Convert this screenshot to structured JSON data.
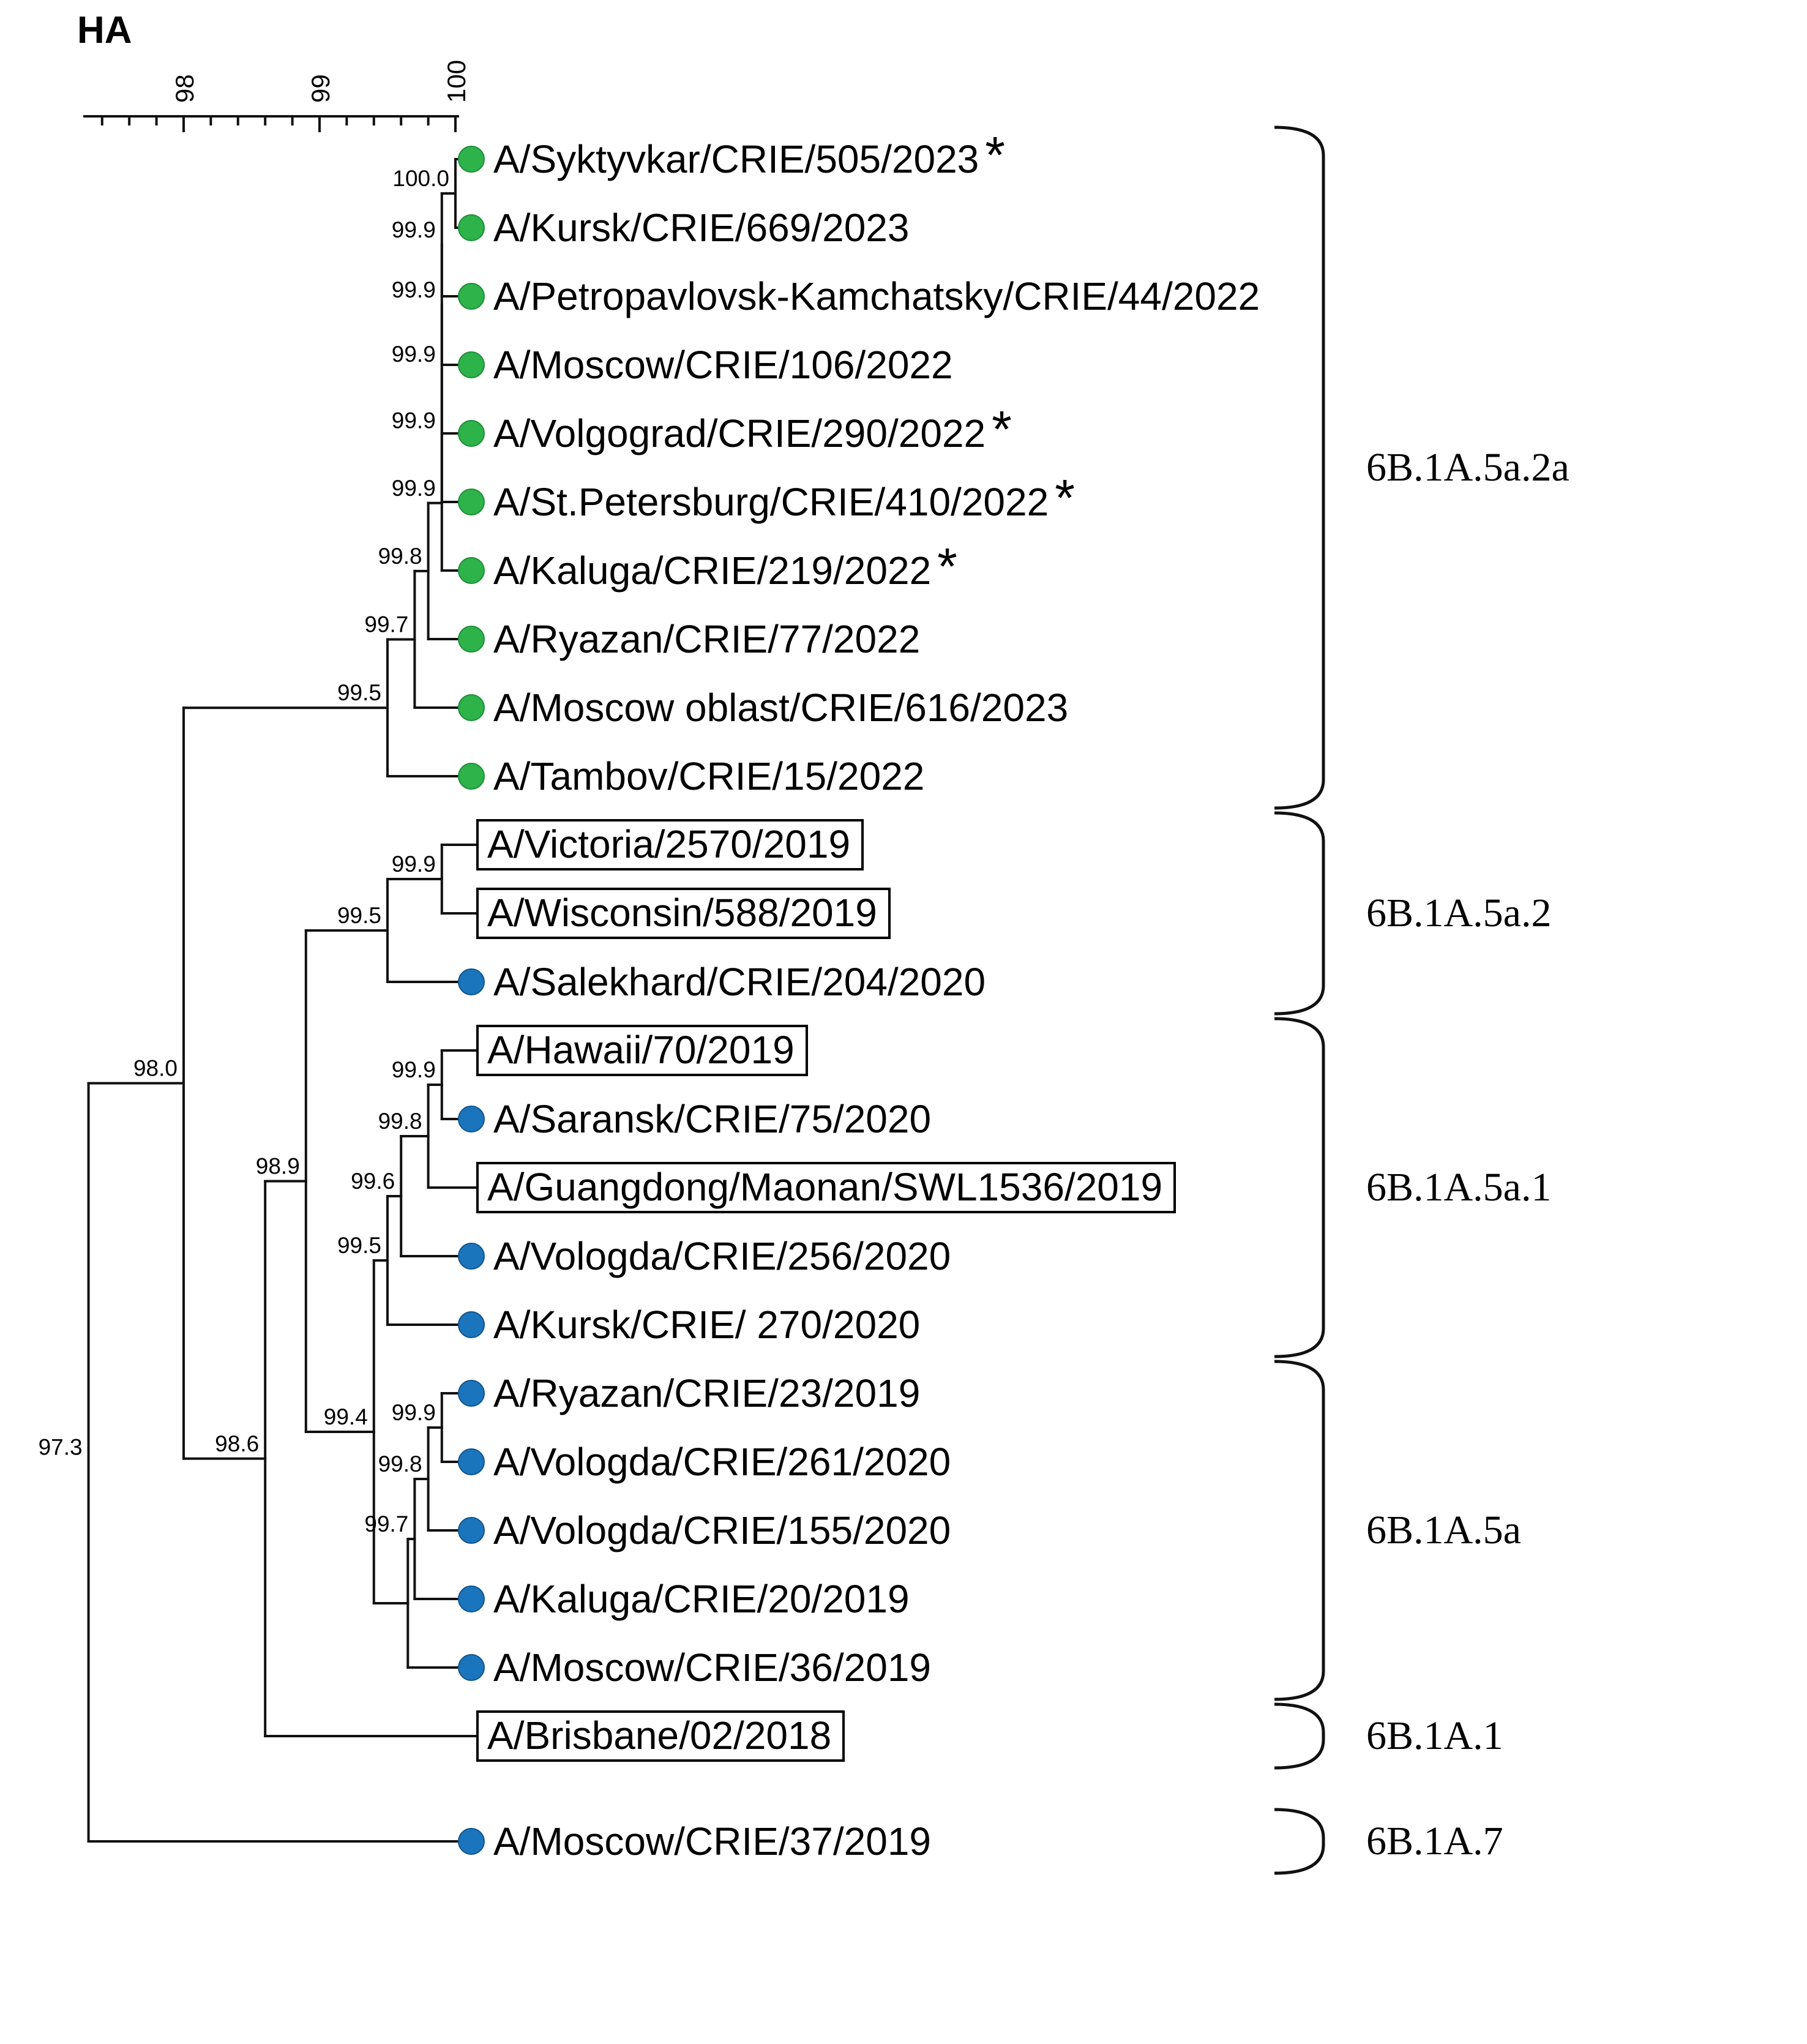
{
  "title": "HA",
  "colors": {
    "green": "#2eb24a",
    "green_dark": "#1d8f37",
    "blue": "#1b75bc",
    "blue_dark": "#11558c",
    "line": "#111111"
  },
  "axis": {
    "ticks": [
      {
        "label": "98",
        "value": 98
      },
      {
        "label": "99",
        "value": 99
      },
      {
        "label": "100",
        "value": 100
      }
    ]
  },
  "taxa": [
    {
      "label": "A/Syktyvkar/CRIE/505/2023",
      "dot": "green",
      "boxed": false,
      "star": true
    },
    {
      "label": "A/Kursk/CRIE/669/2023",
      "dot": "green",
      "boxed": false,
      "star": false
    },
    {
      "label": "A/Petropavlovsk-Kamchatsky/CRIE/44/2022",
      "dot": "green",
      "boxed": false,
      "star": false
    },
    {
      "label": "A/Moscow/CRIE/106/2022",
      "dot": "green",
      "boxed": false,
      "star": false
    },
    {
      "label": "A/Volgograd/CRIE/290/2022",
      "dot": "green",
      "boxed": false,
      "star": true
    },
    {
      "label": "A/St.Petersburg/CRIE/410/2022",
      "dot": "green",
      "boxed": false,
      "star": true
    },
    {
      "label": "A/Kaluga/CRIE/219/2022",
      "dot": "green",
      "boxed": false,
      "star": true
    },
    {
      "label": "A/Ryazan/CRIE/77/2022",
      "dot": "green",
      "boxed": false,
      "star": false
    },
    {
      "label": "A/Moscow oblast/CRIE/616/2023",
      "dot": "green",
      "boxed": false,
      "star": false
    },
    {
      "label": "A/Tambov/CRIE/15/2022",
      "dot": "green",
      "boxed": false,
      "star": false
    },
    {
      "label": "A/Victoria/2570/2019",
      "dot": null,
      "boxed": true,
      "star": false
    },
    {
      "label": "A/Wisconsin/588/2019",
      "dot": null,
      "boxed": true,
      "star": false
    },
    {
      "label": "A/Salekhard/CRIE/204/2020",
      "dot": "blue",
      "boxed": false,
      "star": false
    },
    {
      "label": "A/Hawaii/70/2019",
      "dot": null,
      "boxed": true,
      "star": false
    },
    {
      "label": "A/Saransk/CRIE/75/2020",
      "dot": "blue",
      "boxed": false,
      "star": false
    },
    {
      "label": "A/Guangdong/Maonan/SWL1536/2019",
      "dot": null,
      "boxed": true,
      "star": false
    },
    {
      "label": "A/Vologda/CRIE/256/2020",
      "dot": "blue",
      "boxed": false,
      "star": false
    },
    {
      "label": "A/Kursk/CRIE/ 270/2020",
      "dot": "blue",
      "boxed": false,
      "star": false
    },
    {
      "label": "A/Ryazan/CRIE/23/2019",
      "dot": "blue",
      "boxed": false,
      "star": false
    },
    {
      "label": "A/Vologda/CRIE/261/2020",
      "dot": "blue",
      "boxed": false,
      "star": false
    },
    {
      "label": "A/Vologda/CRIE/155/2020",
      "dot": "blue",
      "boxed": false,
      "star": false
    },
    {
      "label": "A/Kaluga/CRIE/20/2019",
      "dot": "blue",
      "boxed": false,
      "star": false
    },
    {
      "label": "A/Moscow/CRIE/36/2019",
      "dot": "blue",
      "boxed": false,
      "star": false
    },
    {
      "label": "A/Brisbane/02/2018",
      "dot": null,
      "boxed": true,
      "star": false
    },
    {
      "label": "A/Moscow/CRIE/37/2019",
      "dot": "blue",
      "boxed": false,
      "star": false
    }
  ],
  "tree": {
    "support": "97.3",
    "v": 97.3,
    "children": [
      {
        "support": "98.0",
        "v": 98.0,
        "children": [
          {
            "support": "99.5",
            "v": 99.5,
            "children": [
              {
                "support": "99.7",
                "v": 99.7,
                "children": [
                  {
                    "support": "99.8",
                    "v": 99.8,
                    "children": [
                      {
                        "support": "99.9",
                        "v": 99.9,
                        "children": [
                          {
                            "support": "99.9",
                            "v": 99.9,
                            "children": [
                              {
                                "support": "99.9",
                                "v": 99.9,
                                "children": [
                                  {
                                    "support": "99.9",
                                    "v": 99.9,
                                    "children": [
                                      {
                                        "support": "99.9",
                                        "v": 99.9,
                                        "children": [
                                          {
                                            "support": "100.0",
                                            "v": 100.0,
                                            "children": [
                                              {
                                                "leaf": 0
                                              },
                                              {
                                                "leaf": 1
                                              }
                                            ]
                                          },
                                          {
                                            "leaf": 2
                                          }
                                        ]
                                      },
                                      {
                                        "leaf": 3
                                      }
                                    ]
                                  },
                                  {
                                    "leaf": 4
                                  }
                                ]
                              },
                              {
                                "leaf": 5
                              }
                            ]
                          },
                          {
                            "leaf": 6
                          }
                        ]
                      },
                      {
                        "leaf": 7
                      }
                    ]
                  },
                  {
                    "leaf": 8
                  }
                ]
              },
              {
                "leaf": 9
              }
            ]
          },
          {
            "support": "98.6",
            "v": 98.6,
            "children": [
              {
                "support": "98.9",
                "v": 98.9,
                "children": [
                  {
                    "support": "99.5",
                    "v": 99.5,
                    "children": [
                      {
                        "support": "99.9",
                        "v": 99.9,
                        "children": [
                          {
                            "leaf": 10
                          },
                          {
                            "leaf": 11
                          }
                        ]
                      },
                      {
                        "leaf": 12
                      }
                    ]
                  },
                  {
                    "support": "99.4",
                    "v": 99.4,
                    "children": [
                      {
                        "support": "99.5",
                        "v": 99.5,
                        "children": [
                          {
                            "support": "99.6",
                            "v": 99.6,
                            "children": [
                              {
                                "support": "99.8",
                                "v": 99.8,
                                "children": [
                                  {
                                    "support": "99.9",
                                    "v": 99.9,
                                    "children": [
                                      {
                                        "leaf": 13
                                      },
                                      {
                                        "leaf": 14
                                      }
                                    ]
                                  },
                                  {
                                    "leaf": 15
                                  }
                                ]
                              },
                              {
                                "leaf": 16
                              }
                            ]
                          },
                          {
                            "leaf": 17
                          }
                        ]
                      },
                      {
                        "support": "",
                        "v": 99.65,
                        "children": [
                          {
                            "support": "99.7",
                            "v": 99.7,
                            "children": [
                              {
                                "support": "99.8",
                                "v": 99.8,
                                "children": [
                                  {
                                    "support": "99.9",
                                    "v": 99.9,
                                    "children": [
                                      {
                                        "leaf": 18
                                      },
                                      {
                                        "leaf": 19
                                      }
                                    ]
                                  },
                                  {
                                    "leaf": 20
                                  }
                                ]
                              },
                              {
                                "leaf": 21
                              }
                            ]
                          },
                          {
                            "leaf": 22
                          }
                        ]
                      }
                    ]
                  }
                ]
              },
              {
                "leaf": 23
              }
            ]
          }
        ]
      },
      {
        "leaf": 24
      }
    ]
  },
  "clades": [
    {
      "label": "6B.1A.5a.2a",
      "row_start": 1,
      "row_end": 10
    },
    {
      "label": "6B.1A.5a.2",
      "row_start": 11,
      "row_end": 13
    },
    {
      "label": "6B.1A.5a.1",
      "row_start": 14,
      "row_end": 18
    },
    {
      "label": "6B.1A.5a",
      "row_start": 19,
      "row_end": 23
    },
    {
      "label": "6B.1A.1",
      "row_start": 24,
      "row_end": 24
    },
    {
      "label": "6B.1A.7",
      "row_start": 25,
      "row_end": 25
    }
  ]
}
